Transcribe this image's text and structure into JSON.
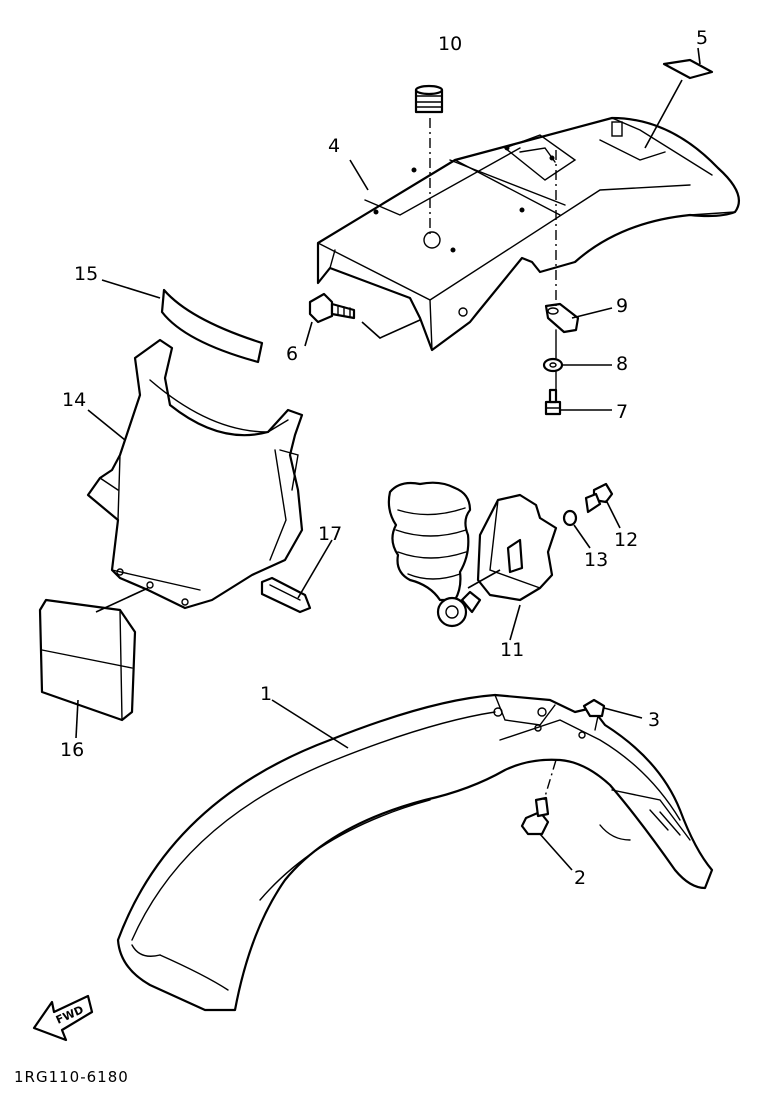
{
  "diagram_code": "1RG110-6180",
  "fwd_label": "FWD",
  "colors": {
    "ink": "#000000",
    "paper": "#ffffff"
  },
  "callouts": [
    "1",
    "2",
    "3",
    "4",
    "5",
    "6",
    "7",
    "8",
    "9",
    "10",
    "11",
    "12",
    "13",
    "14",
    "15",
    "16",
    "17"
  ]
}
